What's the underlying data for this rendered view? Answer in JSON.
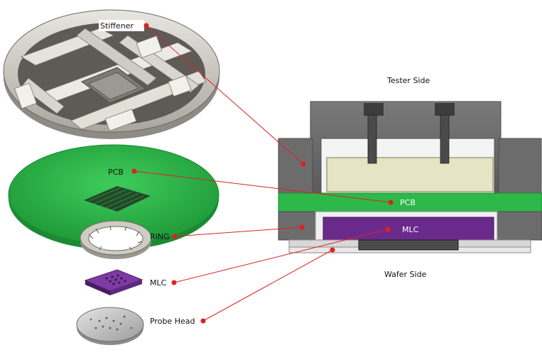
{
  "labels": {
    "stiffener": "Stiffener",
    "pcb_left": "PCB",
    "ring": "RING",
    "mlc_left": "MLC",
    "probe_head": "Probe Head",
    "tester_side": "Tester Side",
    "pcb_right": "PCB",
    "mlc_right": "MLC",
    "wafer_side": "Wafer Side"
  },
  "colors": {
    "leader_line": "#e02020",
    "pcb_green": "#2db84a",
    "mlc_purple": "#6a2a8c",
    "stiffener_gray": "#6e6e6e",
    "stiffener_light": "#d4d0c8",
    "fill_beige": "#e7e4c4",
    "probe_silver": "#c8c8c8"
  }
}
